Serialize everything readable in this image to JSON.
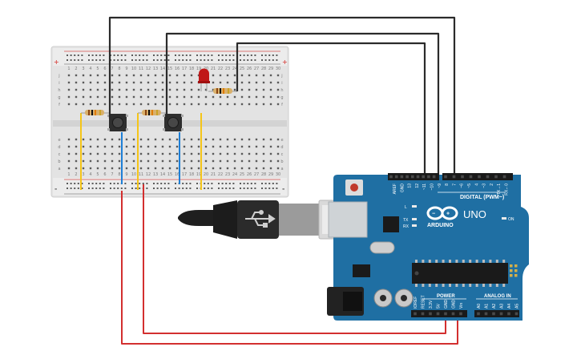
{
  "breadboard": {
    "rail_plus": "+",
    "rail_minus": "-",
    "row_letters_top": [
      "j",
      "i",
      "h",
      "g",
      "f"
    ],
    "row_letters_bottom": [
      "e",
      "d",
      "c",
      "b",
      "a"
    ],
    "column_numbers": [
      "1",
      "2",
      "3",
      "4",
      "5",
      "6",
      "7",
      "8",
      "9",
      "10",
      "11",
      "12",
      "13",
      "14",
      "15",
      "16",
      "17",
      "18",
      "19",
      "20",
      "21",
      "22",
      "23",
      "24",
      "25",
      "26",
      "27",
      "28",
      "29",
      "30"
    ]
  },
  "arduino": {
    "brand": "ARDUINO",
    "model": "UNO",
    "digital_label": "DIGITAL (PWM~)",
    "power_label": "POWER",
    "analog_label": "ANALOG IN",
    "on_label": "ON",
    "led_labels": [
      "L",
      "TX",
      "RX"
    ],
    "digital_pins": [
      "AREF",
      "GND",
      "13",
      "12",
      "~11",
      "~10",
      "~9",
      "8",
      "7",
      "~6",
      "~5",
      "4",
      "~3",
      "2",
      "TX→1",
      "RX←0"
    ],
    "power_pins": [
      "IOREF",
      "RESET",
      "3.3V",
      "5V",
      "GND",
      "GND",
      "Vin"
    ],
    "analog_pins": [
      "A0",
      "A1",
      "A2",
      "A3",
      "A4",
      "A5"
    ]
  },
  "colors": {
    "wire_black": "#2b2b2b",
    "wire_red": "#d32f2f",
    "wire_yellow": "#f5c518",
    "wire_blue": "#1e7fd6",
    "board_blue": "#1f6fa3",
    "breadboard": "#e4e4e4",
    "led_red": "#c01818"
  },
  "icons": [
    "usb-trident-icon",
    "arduino-infinity-logo-icon",
    "push-button-icon",
    "resistor-icon",
    "led-icon"
  ]
}
